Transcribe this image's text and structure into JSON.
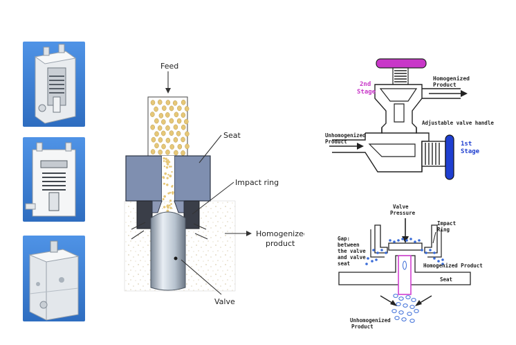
{
  "center": {
    "feed": "Feed",
    "seat": "Seat",
    "impact_ring": "Impact ring",
    "homogenized_line1": "Homogenized",
    "homogenized_line2": "product",
    "valve": "Valve"
  },
  "right_top": {
    "homogenized_line1": "Homogenized",
    "homogenized_line2": "Product",
    "second_stage_line1": "2nd",
    "second_stage_line2": "Stage",
    "adjustable_handle": "Adjustable valve handle",
    "unhomogenized_line1": "Unhomogenized",
    "unhomogenized_line2": "Product",
    "first_stage_line1": "1st",
    "first_stage_line2": "Stage"
  },
  "right_bottom": {
    "valve_pressure_line1": "Valve",
    "valve_pressure_line2": "Pressure",
    "impact_ring_line1": "Impact",
    "impact_ring_line2": "Ring",
    "gap_line1": "Gap:",
    "gap_line2": "between",
    "gap_line3": "the valve",
    "gap_line4": "and valve",
    "gap_line5": "seat",
    "homogenized_product": "Homogenized Product",
    "seat": "Seat",
    "unhomogenized_line1": "Unhomogenized",
    "unhomogenized_line2": "Product"
  },
  "colors": {
    "thumb_bg": "#3d7fd1",
    "seat_block": "#7f8fb0",
    "dark_ring": "#3a3e48",
    "particle": "#e6c778",
    "valve_metal": "#aab6c4",
    "stage2_color": "#c837c8",
    "stage1_color": "#1f3fd0",
    "droplet_blue": "#3a6cd8",
    "gap_magenta": "#d040d0"
  },
  "icons": [
    "homogenizer-valve-cutaway-icon",
    "homogenizer-valve-section-icon",
    "homogenizer-valve-block-icon"
  ]
}
